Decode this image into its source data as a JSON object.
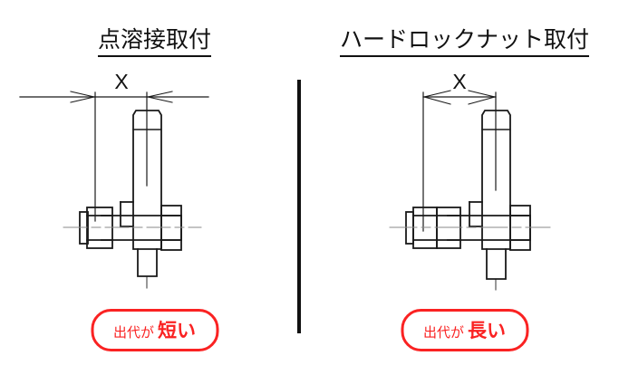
{
  "figure": {
    "kind": "engineering-comparison-diagram",
    "divider_color": "#111111",
    "line_color": "#1a1a1a",
    "accent_color": "#fa2222"
  },
  "panels": [
    {
      "id": "spot-weld",
      "title": "点溶接取付",
      "dimension_label": "X",
      "dimension_arrow_style": "outside",
      "badge": {
        "prefix": "出代が",
        "emphasis": "短い"
      }
    },
    {
      "id": "hard-lock-nut",
      "title": "ハードロックナット取付",
      "dimension_label": "X",
      "dimension_arrow_style": "inside",
      "badge": {
        "prefix": "出代が",
        "emphasis": "長い"
      }
    }
  ]
}
